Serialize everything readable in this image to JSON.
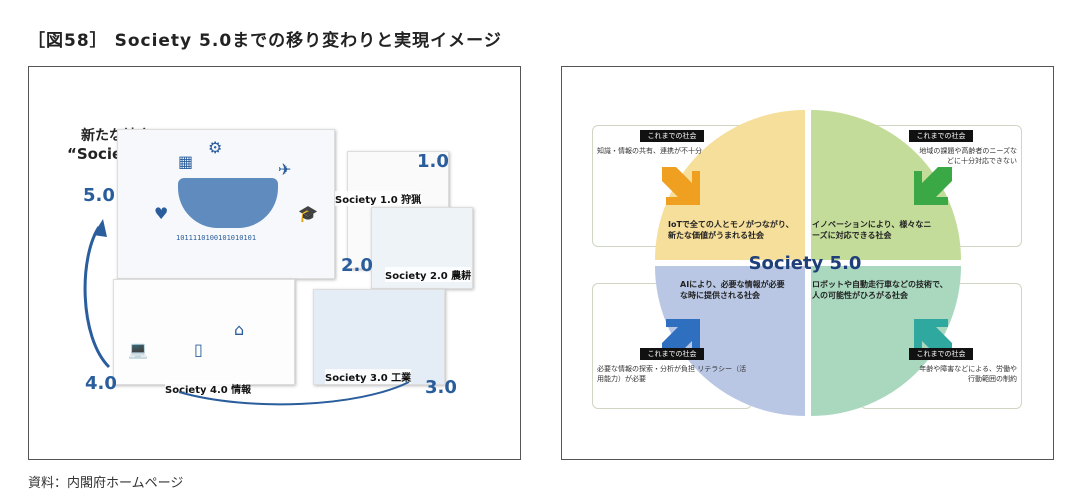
{
  "caption": "［図58］ Society 5.0までの移り変わりと実現イメージ",
  "source": "資料：内閣府ホームページ",
  "left": {
    "title_line1": "新たな社会",
    "title_line2": "“Society 5.0”",
    "stage5": "5.0",
    "stage1": "1.0",
    "stage2": "2.0",
    "stage3": "3.0",
    "stage4": "4.0",
    "label1": "Society 1.0 狩猟",
    "label2": "Society 2.0 農耕",
    "label3": "Society 3.0 工業",
    "label4": "Society 4.0 情報",
    "binary": "1011110100101010101"
  },
  "right": {
    "center_title": "Society 5.0",
    "past_tag": "これまでの社会",
    "past_tl": "知識・情報の共有、連携が不十分",
    "past_tr": "地域の課題や高齢者のニーズなどに十分対応できない",
    "past_bl": "必要な情報の探索・分析が負担 リテラシー（活用能力）が必要",
    "past_br": "年齢や障害などによる、労働や行動範囲の制約",
    "q_tl": "IoTで全ての人とモノがつながり、新たな価値がうまれる社会",
    "q_tr": "イノベーションにより、様々なニーズに対応できる社会",
    "q_bl": "AIにより、必要な情報が必要な時に提供される社会",
    "q_br": "ロボットや自動走行車などの技術で、人の可能性がひろがる社会",
    "colors": {
      "tl": "#f6df9a",
      "tr": "#c4dc9a",
      "bl": "#b9c7e4",
      "br": "#a9d8bf",
      "arrow_tl": "#f0a020",
      "arrow_tr": "#3aa845",
      "arrow_bl": "#2e6fc0",
      "arrow_br": "#2fa8a0"
    }
  }
}
